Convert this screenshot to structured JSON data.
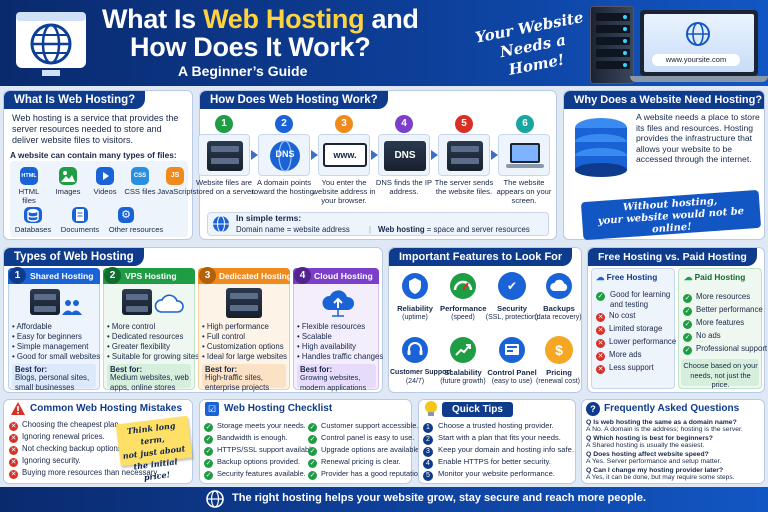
{
  "header": {
    "title_line1_pre": "What Is ",
    "title_line1_highlight": "Web Hosting",
    "title_line1_post": " and",
    "title_line2": "How Does It Work?",
    "subtitle": "A Beginner’s Guide",
    "tagline_line1": "Your Website",
    "tagline_line2": "Needs a Home!",
    "laptop_url": "www.yoursite.com"
  },
  "what_is": {
    "title": "What Is Web Hosting?",
    "body": "Web hosting is a service that provides the server resources needed to store and deliver website files to visitors.",
    "files_heading": "A website can contain many types of files:",
    "file_types": [
      "HTML files",
      "Images",
      "Videos",
      "CSS files",
      "JavaScript",
      "Databases",
      "Documents",
      "Other resources"
    ],
    "icon_text": {
      "html": "HTML",
      "css": "CSS",
      "js": "JS"
    }
  },
  "how_works": {
    "title": "How Does Web Hosting Work?",
    "steps": [
      {
        "n": "1",
        "text": "Website files are stored on a server."
      },
      {
        "n": "2",
        "text": "A domain points toward the hosting."
      },
      {
        "n": "3",
        "text": "You enter the website address in your browser."
      },
      {
        "n": "4",
        "text": "DNS finds the IP address."
      },
      {
        "n": "5",
        "text": "The server sends the website files."
      },
      {
        "n": "6",
        "text": "The website appears on your screen."
      }
    ],
    "icon_text": {
      "dns1": "DNS",
      "www": "www.",
      "dns2": "DNS"
    },
    "simple_heading": "In simple terms:",
    "simple_line1": "Domain name = website address",
    "simple_sep": "|",
    "simple_line2_bold": "Web hosting",
    "simple_line2_rest": " = space and server resources"
  },
  "why": {
    "title": "Why Does a Website Need Hosting?",
    "body": "A website needs a place to store its files and resources. Hosting provides the infrastructure that allows your website to be accessed through the internet.",
    "banner_line1": "Without hosting,",
    "banner_line2": "your website would not be online!"
  },
  "types": {
    "title": "Types of Web Hosting",
    "items": [
      {
        "n": "1",
        "name": "Shared Hosting",
        "color": "#1a63d6",
        "points": [
          "Affordable",
          "Easy for beginners",
          "Simple management",
          "Good for small websites"
        ],
        "best_label": "Best for:",
        "best": "Blogs, personal sites, small businesses"
      },
      {
        "n": "2",
        "name": "VPS Hosting",
        "color": "#1f9d45",
        "points": [
          "More control",
          "Dedicated resources",
          "Greater flexibility",
          "Suitable for growing sites"
        ],
        "best_label": "Best for:",
        "best": "Medium websites, web apps, online stores"
      },
      {
        "n": "3",
        "name": "Dedicated Hosting",
        "color": "#f08a1c",
        "points": [
          "High performance",
          "Full control",
          "Customization options",
          "Ideal for large websites"
        ],
        "best_label": "Best for:",
        "best": "High-traffic sites, enterprise projects"
      },
      {
        "n": "4",
        "name": "Cloud Hosting",
        "color": "#7b3fc9",
        "points": [
          "Flexible resources",
          "Scalable",
          "High availability",
          "Handles traffic changes"
        ],
        "best_label": "Best for:",
        "best": "Growing websites, modern applications"
      }
    ]
  },
  "features": {
    "title": "Important Features to Look For",
    "items": [
      {
        "name": "Reliability",
        "sub": "(uptime)",
        "color": "#1a63d6"
      },
      {
        "name": "Performance",
        "sub": "(speed)",
        "color": "#1f9d45"
      },
      {
        "name": "Security",
        "sub": "(SSL, protection)",
        "color": "#1a63d6"
      },
      {
        "name": "Backups",
        "sub": "(data recovery)",
        "color": "#1a63d6"
      },
      {
        "name": "Customer Support",
        "sub": "(24/7)",
        "color": "#1a63d6"
      },
      {
        "name": "Scalability",
        "sub": "(future growth)",
        "color": "#1f9d45"
      },
      {
        "name": "Control Panel",
        "sub": "(easy to use)",
        "color": "#1a63d6"
      },
      {
        "name": "Pricing",
        "sub": "(renewal cost)",
        "color": "#f5a623"
      }
    ],
    "icon_text": {
      "security": "✔",
      "pricing": "$"
    }
  },
  "free_paid": {
    "title": "Free Hosting vs. Paid Hosting",
    "free_title": "Free Hosting",
    "free_items": [
      {
        "ok": true,
        "text": "Good for learning and testing"
      },
      {
        "ok": false,
        "text": "No cost"
      },
      {
        "ok": false,
        "text": "Limited storage"
      },
      {
        "ok": false,
        "text": "Lower performance"
      },
      {
        "ok": false,
        "text": "More ads"
      },
      {
        "ok": false,
        "text": "Less support"
      }
    ],
    "paid_title": "Paid Hosting",
    "paid_items": [
      "More resources",
      "Better performance",
      "More features",
      "No ads",
      "Professional support"
    ],
    "paid_note": "Choose based on your needs, not just the price."
  },
  "mistakes": {
    "title": "Common Web Hosting Mistakes",
    "items": [
      "Choosing the cheapest plan.",
      "Ignoring renewal prices.",
      "Not checking backup options.",
      "Ignoring security.",
      "Buying more resources than necessary."
    ],
    "sticky_line1": "Think long term,",
    "sticky_line2": "not just about",
    "sticky_line3": "the initial price!"
  },
  "checklist": {
    "title": "Web Hosting Checklist",
    "col1": [
      "Storage meets your needs.",
      "Bandwidth is enough.",
      "HTTPS/SSL support available.",
      "Backup options provided.",
      "Security features available."
    ],
    "col2": [
      "Customer support accessible.",
      "Control panel is easy to use.",
      "Upgrade options are available.",
      "Renewal pricing is clear.",
      "Provider has a good reputation."
    ]
  },
  "tips": {
    "title": "Quick Tips",
    "items": [
      "Choose a trusted hosting provider.",
      "Start with a plan that fits your needs.",
      "Keep your domain and hosting info safe.",
      "Enable HTTPS for better security.",
      "Monitor your website performance."
    ]
  },
  "faq": {
    "title": "Frequently Asked Questions",
    "items": [
      {
        "q": "Is web hosting the same as a domain name?",
        "a": "No. A domain is the address; hosting is the server."
      },
      {
        "q": "Which hosting is best for beginners?",
        "a": "Shared hosting is usually the easiest."
      },
      {
        "q": "Does hosting affect website speed?",
        "a": "Yes. Server performance and setup matter."
      },
      {
        "q": "Can I change my hosting provider later?",
        "a": "Yes, it can be done, but may require some steps."
      }
    ],
    "q_label": "Q",
    "a_label": "A"
  },
  "footer": {
    "text": "The right hosting helps your website grow, stay secure and reach more people."
  }
}
